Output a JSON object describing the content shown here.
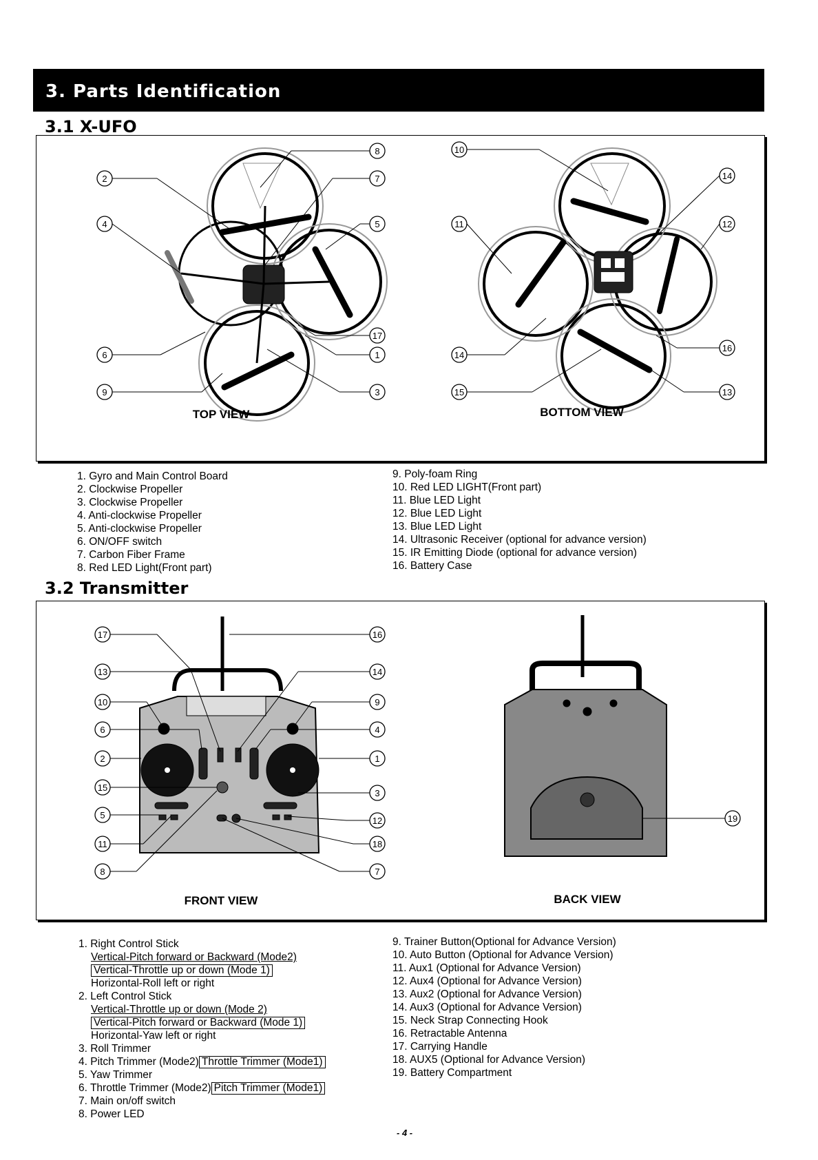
{
  "header": {
    "title": "3. Parts Identification"
  },
  "section1": {
    "title": "3.1 X-UFO",
    "top_label": "TOP VIEW",
    "bottom_label": "BOTTOM VIEW",
    "top_callouts": [
      "8",
      "2",
      "7",
      "4",
      "5",
      "17",
      "6",
      "1",
      "9",
      "3"
    ],
    "bottom_callouts": [
      "10",
      "14",
      "11",
      "12",
      "14",
      "16",
      "15",
      "13"
    ],
    "parts_left": [
      "1. Gyro and Main Control Board",
      "2. Clockwise Propeller",
      "3. Clockwise Propeller",
      "4. Anti-clockwise Propeller",
      "5. Anti-clockwise Propeller",
      "6. ON/OFF switch",
      "7. Carbon Fiber Frame",
      "8. Red LED Light(Front part)"
    ],
    "parts_right": [
      "9. Poly-foam Ring",
      "10. Red LED LIGHT(Front part)",
      "11. Blue LED Light",
      "12. Blue LED Light",
      "13. Blue LED Light",
      "14. Ultrasonic Receiver (optional for advance version)",
      "15. IR Emitting Diode (optional for advance version)",
      "16. Battery Case"
    ]
  },
  "section2": {
    "title": "3.2 Transmitter",
    "front_label": "FRONT VIEW",
    "back_label": "BACK VIEW",
    "front_callouts": [
      "17",
      "16",
      "13",
      "14",
      "10",
      "9",
      "6",
      "4",
      "2",
      "1",
      "15",
      "3",
      "5",
      "12",
      "11",
      "18",
      "8",
      "7"
    ],
    "back_callouts": [
      "19"
    ],
    "parts_left": {
      "i1": "1. Right Control Stick",
      "i1a": "Vertical-Pitch forward or Backward (Mode2)",
      "i1b": "Vertical-Throttle up or down (Mode 1)",
      "i1c": "Horizontal-Roll left or right",
      "i2": "2. Left Control Stick",
      "i2a": "Vertical-Throttle up or down (Mode 2)",
      "i2b": "Vertical-Pitch forward or Backward (Mode 1)",
      "i2c": "Horizontal-Yaw left or right",
      "i3": "3. Roll Trimmer",
      "i4": "4. Pitch Trimmer (Mode2)",
      "i4b": "Throttle Trimmer (Mode1)",
      "i5": "5. Yaw Trimmer",
      "i6": "6. Throttle Trimmer (Mode2)",
      "i6b": "Pitch Trimmer (Mode1)",
      "i7": "7. Main on/off switch",
      "i8": "8. Power LED"
    },
    "parts_right": [
      "9. Trainer Button(Optional for Advance Version)",
      "10. Auto Button (Optional for Advance Version)",
      "11. Aux1 (Optional for Advance Version)",
      "12. Aux4 (Optional for Advance Version)",
      "13. Aux2 (Optional for Advance Version)",
      "14. Aux3 (Optional for Advance Version)",
      "15. Neck Strap Connecting Hook",
      "16. Retractable Antenna",
      "17. Carrying Handle",
      "18. AUX5 (Optional for Advance Version)",
      "19. Battery Compartment"
    ]
  },
  "footer": {
    "page": "- 4 -"
  }
}
